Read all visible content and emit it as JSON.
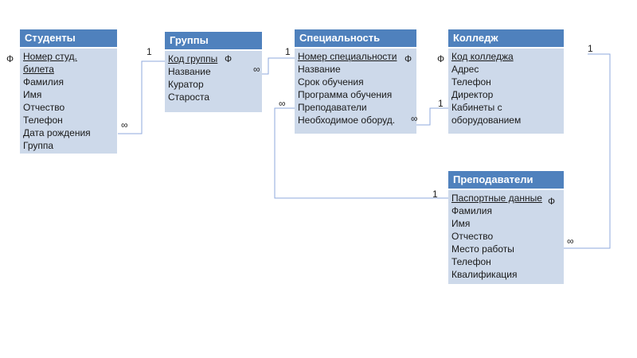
{
  "colors": {
    "header": "#4f81bd",
    "body": "#cdd9ea",
    "connector": "#8faadc"
  },
  "entities": {
    "students": {
      "title": "Студенты",
      "fields": [
        "Номер студ.",
        "билета",
        "Фамилия",
        "Имя",
        "Отчество",
        "Телефон",
        "Дата рождения",
        "Группа"
      ]
    },
    "groups": {
      "title": "Группы",
      "fields": [
        "Код группы",
        "Название",
        "Куратор",
        "Староста"
      ]
    },
    "specialty": {
      "title": "Специальность",
      "fields": [
        "Номер специальности",
        "Название",
        "Срок обучения",
        "Программа обучения",
        "Преподаватели",
        "Необходимое оборуд."
      ]
    },
    "college": {
      "title": "Колледж",
      "fields": [
        "Код колледжа",
        "Адрес",
        "Телефон",
        "Директор",
        "Кабинеты с",
        "оборудованием"
      ]
    },
    "teachers": {
      "title": "Преподаватели",
      "fields": [
        "Паспортные данные",
        "Фамилия",
        "Имя",
        "Отчество",
        "Место работы",
        "Телефон",
        "Квалификация"
      ]
    }
  },
  "key_marker": "Ф",
  "cardinality": {
    "one": "1",
    "many": "∞"
  }
}
